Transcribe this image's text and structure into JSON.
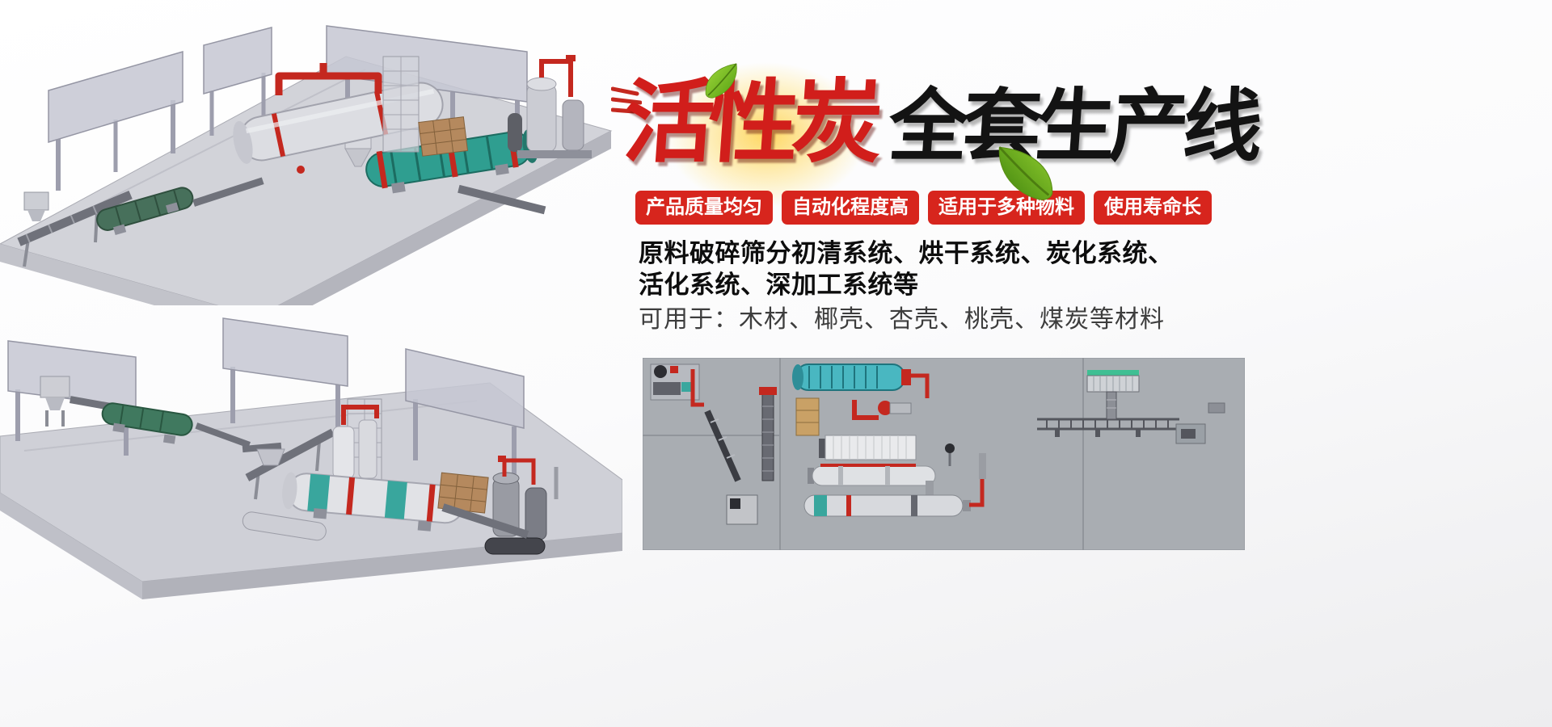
{
  "title": {
    "red": "活性炭",
    "black": "全套生产线"
  },
  "badges": [
    {
      "label": "产品质量均匀"
    },
    {
      "label": "自动化程度高"
    },
    {
      "label": "适用于多种物料"
    },
    {
      "label": "使用寿命长"
    }
  ],
  "description": {
    "line1": "原料破碎筛分初清系统、烘干系统、炭化系统、",
    "line2": "活化系统、深加工系统等",
    "line3": "可用于：木材、椰壳、杏壳、桃壳、煤炭等材料"
  },
  "icons": {
    "speed_lines": "speed-lines",
    "leaf": "leaf"
  },
  "colors": {
    "badge_red": "#d7251d",
    "title_red": "#d11e1b",
    "title_black": "#131313",
    "leaf_green": "#7ebe2a",
    "schematic_gray": "#a9adb2",
    "pipe_red": "#c4281f",
    "drum_teal": "#2f9e90"
  }
}
